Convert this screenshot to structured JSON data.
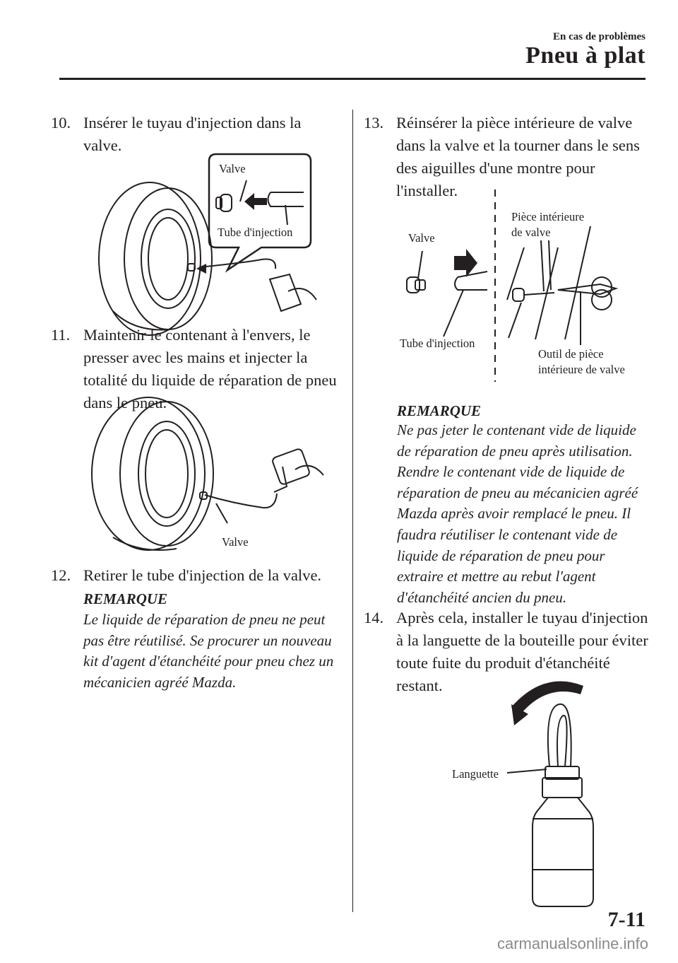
{
  "header": {
    "section_title": "En cas de problèmes",
    "page_title": "Pneu à plat"
  },
  "steps": [
    {
      "number": "10.",
      "text": "Insérer le tuyau d'injection dans la valve."
    },
    {
      "number": "11.",
      "text": "Maintenir le contenant à l'envers, le presser avec les mains et injecter la totalité du liquide de réparation de pneu dans le pneu."
    },
    {
      "number": "12.",
      "text": "Retirer le tube d'injection de la valve."
    },
    {
      "number": "13.",
      "text": "Réinsérer la pièce intérieure de valve dans la valve et la tourner dans le sens des aiguilles d'une montre pour l'installer."
    },
    {
      "number": "14.",
      "text": "Après cela, installer le tuyau d'injection à la languette de la bouteille pour éviter toute fuite du produit d'étanchéité restant."
    }
  ],
  "notes": [
    {
      "heading": "REMARQUE",
      "body": "Le liquide de réparation de pneu ne peut pas être réutilisé. Se procurer un nouveau kit d'agent d'étanchéité pour pneu chez un mécanicien agréé Mazda."
    },
    {
      "heading": "REMARQUE",
      "body": "Ne pas jeter le contenant vide de liquide de réparation de pneu après utilisation. Rendre le contenant vide de liquide de réparation de pneu au mécanicien agréé Mazda après avoir remplacé le pneu. Il faudra réutiliser le contenant vide de liquide de réparation de pneu pour extraire et mettre au rebut l'agent d'étanchéité ancien du pneu."
    }
  ],
  "figures": {
    "fig10": {
      "valve": "Valve",
      "tube": "Tube d'injection"
    },
    "fig11": {
      "valve": "Valve"
    },
    "fig13": {
      "valve": "Valve",
      "valve_core_l1": "Pièce intérieure",
      "valve_core_l2": "de valve",
      "tube": "Tube d'injection",
      "tool_l1": "Outil de pièce",
      "tool_l2": "intérieure de valve"
    },
    "fig14": {
      "tab": "Languette"
    }
  },
  "footer": {
    "page_number": "7-11",
    "watermark": "carmanualsonline.info"
  }
}
